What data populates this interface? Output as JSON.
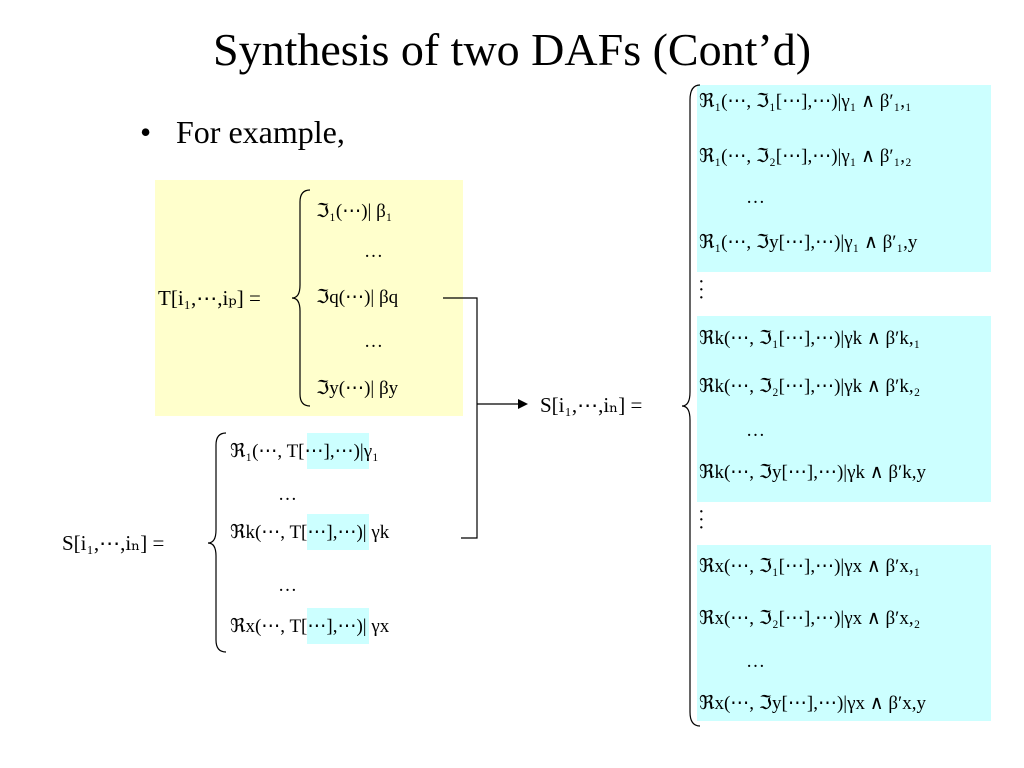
{
  "title": "Synthesis of two DAFs (Cont’d)",
  "bullet": "For example,",
  "symbols": {
    "ellipsis": "…",
    "dots": "⋯"
  },
  "T_def": {
    "lhs": "T[i₁,⋯,iₚ] =",
    "rows": [
      "ℑ₁(⋯)| β₁",
      "ℑq(⋯)| βq",
      "ℑy(⋯)| βy"
    ]
  },
  "S_def": {
    "lhs": "S[i₁,⋯,iₙ] =",
    "rows": [
      "ℜ₁(⋯, T[⋯],⋯)|γ₁",
      "ℜk(⋯, T[⋯],⋯)| γk",
      "ℜx(⋯, T[⋯],⋯)| γx"
    ]
  },
  "S_result": {
    "lhs": "S[i₁,⋯,iₙ] =",
    "groups": [
      {
        "rows": [
          "ℜ₁(⋯, ℑ₁[⋯],⋯)|γ₁ ∧ β′₁,₁",
          "ℜ₁(⋯, ℑ₂[⋯],⋯)|γ₁ ∧ β′₁,₂",
          "ℜ₁(⋯, ℑy[⋯],⋯)|γ₁ ∧ β′₁,y"
        ]
      },
      {
        "rows": [
          "ℜk(⋯, ℑ₁[⋯],⋯)|γk ∧ β′k,₁",
          "ℜk(⋯, ℑ₂[⋯],⋯)|γk ∧ β′k,₂",
          "ℜk(⋯, ℑy[⋯],⋯)|γk ∧ β′k,y"
        ]
      },
      {
        "rows": [
          "ℜx(⋯, ℑ₁[⋯],⋯)|γx ∧ β′x,₁",
          "ℜx(⋯, ℑ₂[⋯],⋯)|γx ∧ β′x,₂",
          "ℜx(⋯, ℑy[⋯],⋯)|γx ∧ β′x,y"
        ]
      }
    ]
  },
  "colors": {
    "yellow_box": "#ffffcc",
    "cyan_box": "#ccffff"
  }
}
